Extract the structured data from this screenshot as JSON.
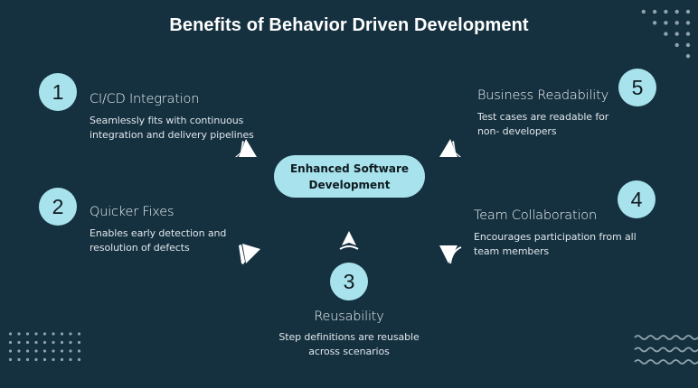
{
  "title": "Benefits of Behavior Driven Development",
  "center": {
    "line1": "Enhanced Software",
    "line2": "Development"
  },
  "items": [
    {
      "number": "1",
      "title": "CI/CD Integration",
      "description": "Seamlessly fits with continuous integration and delivery pipelines"
    },
    {
      "number": "2",
      "title": "Quicker Fixes",
      "description": "Enables early detection and resolution of defects"
    },
    {
      "number": "3",
      "title": "Reusability",
      "description": "Step definitions are reusable across scenarios"
    },
    {
      "number": "4",
      "title": "Team Collaboration",
      "description": "Encourages participation from all team members"
    },
    {
      "number": "5",
      "title": "Business Readability",
      "description": "Test cases are readable for non- developers"
    }
  ],
  "colors": {
    "background": "#15303f",
    "accent": "#a8e2ec",
    "text": "#ffffff",
    "decoration": "#8fa3ad"
  }
}
